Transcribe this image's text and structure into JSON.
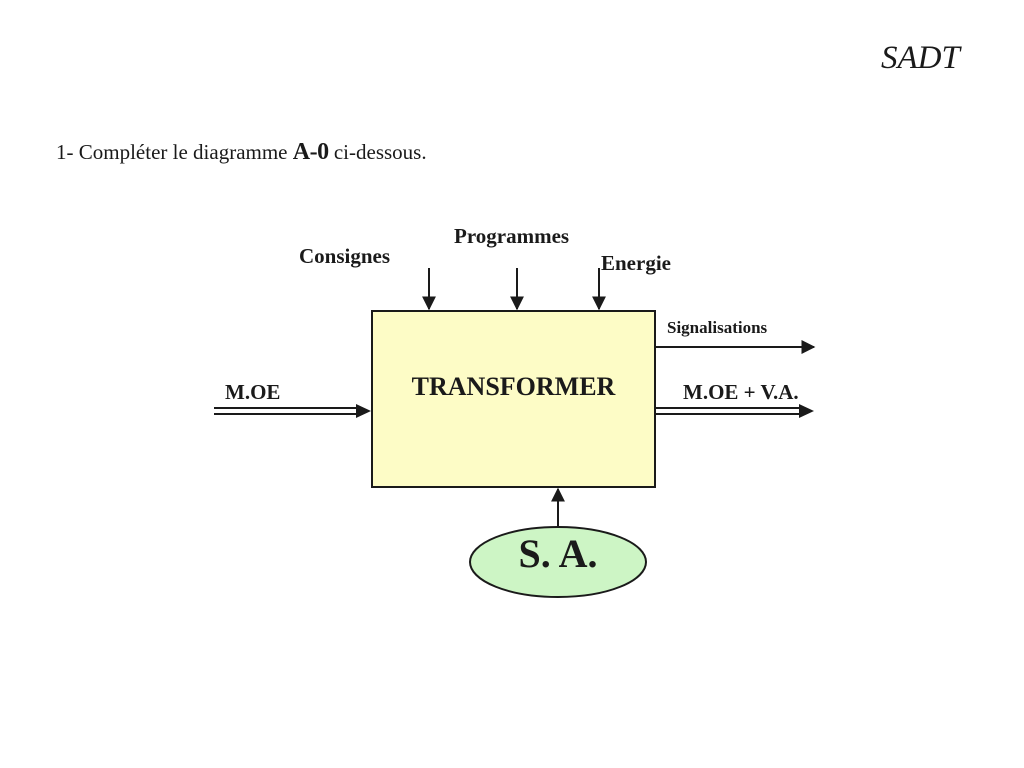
{
  "slide": {
    "title": "SADT"
  },
  "instruction": {
    "prefix": "1- Compléter le diagramme ",
    "ref": "A-0",
    "suffix": " ci-dessous."
  },
  "diagram": {
    "box_title": "TRANSFORMER",
    "controls": {
      "consignes": "Consignes",
      "programmes": "Programmes",
      "energie": "Energie"
    },
    "input": "M.OE",
    "outputs": {
      "signalisations": "Signalisations",
      "product": "M.OE + V.A."
    },
    "mechanism": "S. A.",
    "colors": {
      "box_fill": "#fdfcc6",
      "ellipse_fill": "#cdf5c5",
      "stroke": "#1a1a1a"
    }
  }
}
